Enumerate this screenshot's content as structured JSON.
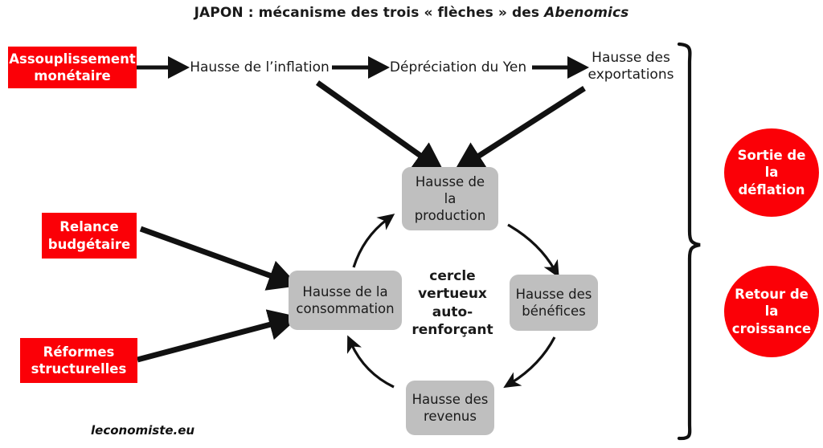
{
  "title": {
    "main": "JAPON : mécanisme des trois « flèches » des ",
    "emphasis": "Abenomics"
  },
  "arrows_inputs": {
    "monetary": {
      "label": "Assouplissement\nmonétaire"
    },
    "fiscal": {
      "label": "Relance\nbudgétaire"
    },
    "structural": {
      "label": "Réformes\nstructurelles"
    }
  },
  "top_chain": {
    "inflation": "Hausse de l’inflation",
    "yen": "Dépréciation du Yen",
    "exports": "Hausse des\nexportations"
  },
  "cycle": {
    "caption": "cercle\nvertueux\nauto-\nrenforçant",
    "nodes": {
      "production": "Hausse de\nla\nproduction",
      "benefices": "Hausse des\nbénéfices",
      "revenus": "Hausse des\nrevenus",
      "consommation": "Hausse de la\nconsommation"
    }
  },
  "outcomes": {
    "deflation": "Sortie de\nla\ndéflation",
    "growth": "Retour de\nla\ncroissance"
  },
  "credit": "leconomiste.eu",
  "colors": {
    "red": "#FB0007",
    "gray_box": "#BFBFBF",
    "arrow": "#111111",
    "text": "#1a1a1a",
    "background": "#ffffff"
  }
}
